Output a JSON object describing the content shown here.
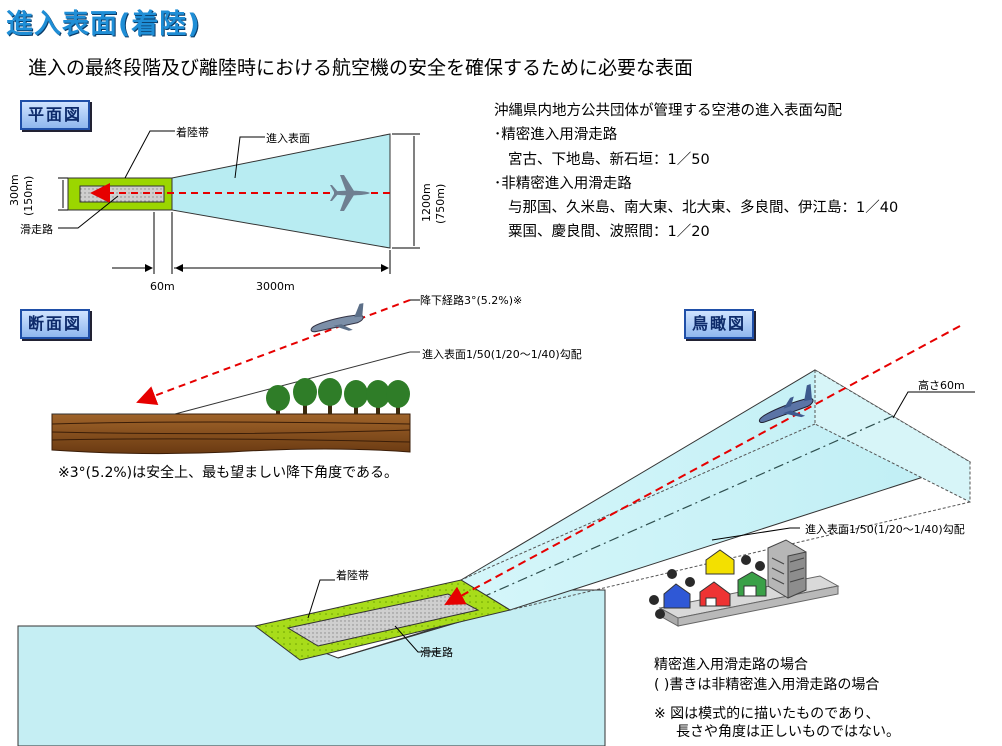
{
  "title": "進入表面(着陸)",
  "subtitle": "進入の最終段階及び離陸時における航空機の安全を確保するために必要な表面",
  "plan": {
    "badge": "平面図",
    "landing_strip": "着陸帯",
    "approach_surface": "進入表面",
    "runway": "滑走路",
    "width_left": "300m",
    "width_left_paren": "(150m)",
    "width_right": "1200m",
    "width_right_paren": "(750m)",
    "dim_60": "60m",
    "dim_3000": "3000m"
  },
  "gradients": {
    "heading": "沖縄県内地方公共団体が管理する空港の進入表面勾配",
    "precision_label": "･精密進入用滑走路",
    "precision_airports": "宮古、下地島、新石垣：1／50",
    "nonprecision_label": "･非精密進入用滑走路",
    "nonprecision_line1": "与那国、久米島、南大東、北大東、多良間、伊江島：1／40",
    "nonprecision_line2": "粟国、慶良間、波照間：1／20"
  },
  "section": {
    "badge": "断面図",
    "glide_path": "降下経路3°(5.2%)※",
    "surface_slope": "進入表面1/50(1/20～1/40)勾配",
    "footnote": "※3°(5.2%)は安全上、最も望ましい降下角度である。"
  },
  "bird": {
    "badge": "鳥瞰図",
    "height": "高さ60m",
    "surface_slope": "進入表面1/50(1/20～1/40)勾配",
    "landing_strip": "着陸帯",
    "runway": "滑走路"
  },
  "legend": {
    "line1": "精密進入用滑走路の場合",
    "line2": "(  )書きは非精密進入用滑走路の場合",
    "note1": "※ 図は模式的に描いたものであり、",
    "note2": "長さや角度は正しいものではない。"
  },
  "colors": {
    "title": "#1f8ed6",
    "surface": "#b8ecf2",
    "strip": "#9bd600",
    "runway": "#c8c8c8",
    "glide": "#e60000"
  }
}
